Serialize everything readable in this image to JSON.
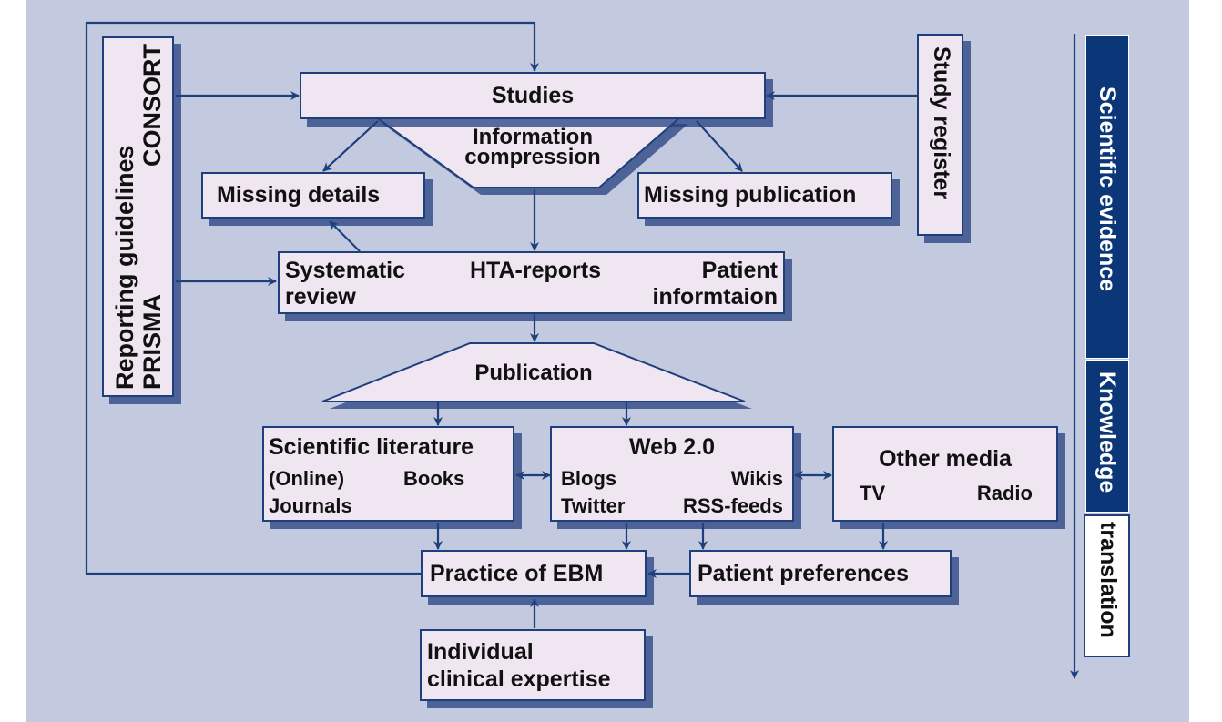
{
  "diagram": {
    "colors": {
      "background": "#c3c9de",
      "box_fill": "#f0e6f1",
      "line": "#1d3f7c",
      "band_dark": "#0b3778"
    },
    "reporting_guidelines": {
      "line1": "Reporting guidelines",
      "line1_right": "CONSORT",
      "line2": "PRISMA"
    },
    "studies": "Studies",
    "information_compression": {
      "line1": "Information",
      "line2": "compression"
    },
    "missing_details": "Missing details",
    "missing_publication": "Missing publication",
    "study_register": "Study register",
    "reviews": {
      "systematic_1": "Systematic",
      "systematic_2": "review",
      "hta": "HTA-reports",
      "patient_1": "Patient",
      "patient_2": "informtaion"
    },
    "publication": "Publication",
    "scientific_literature": {
      "title": "Scientific literature",
      "online": "(Online)",
      "books": "Books",
      "journals": "Journals"
    },
    "web20": {
      "title": "Web 2.0",
      "blogs": "Blogs",
      "wikis": "Wikis",
      "twitter": "Twitter",
      "rss": "RSS-feeds"
    },
    "other_media": {
      "title": "Other media",
      "tv": "TV",
      "radio": "Radio"
    },
    "practice_ebm": "Practice of EBM",
    "patient_preferences": "Patient preferences",
    "clinical_expertise": {
      "line1": "Individual",
      "line2": "clinical expertise"
    },
    "side_band": {
      "scientific_evidence": "Scientific evidence",
      "knowledge": "Knowledge",
      "translation": "translation"
    }
  }
}
